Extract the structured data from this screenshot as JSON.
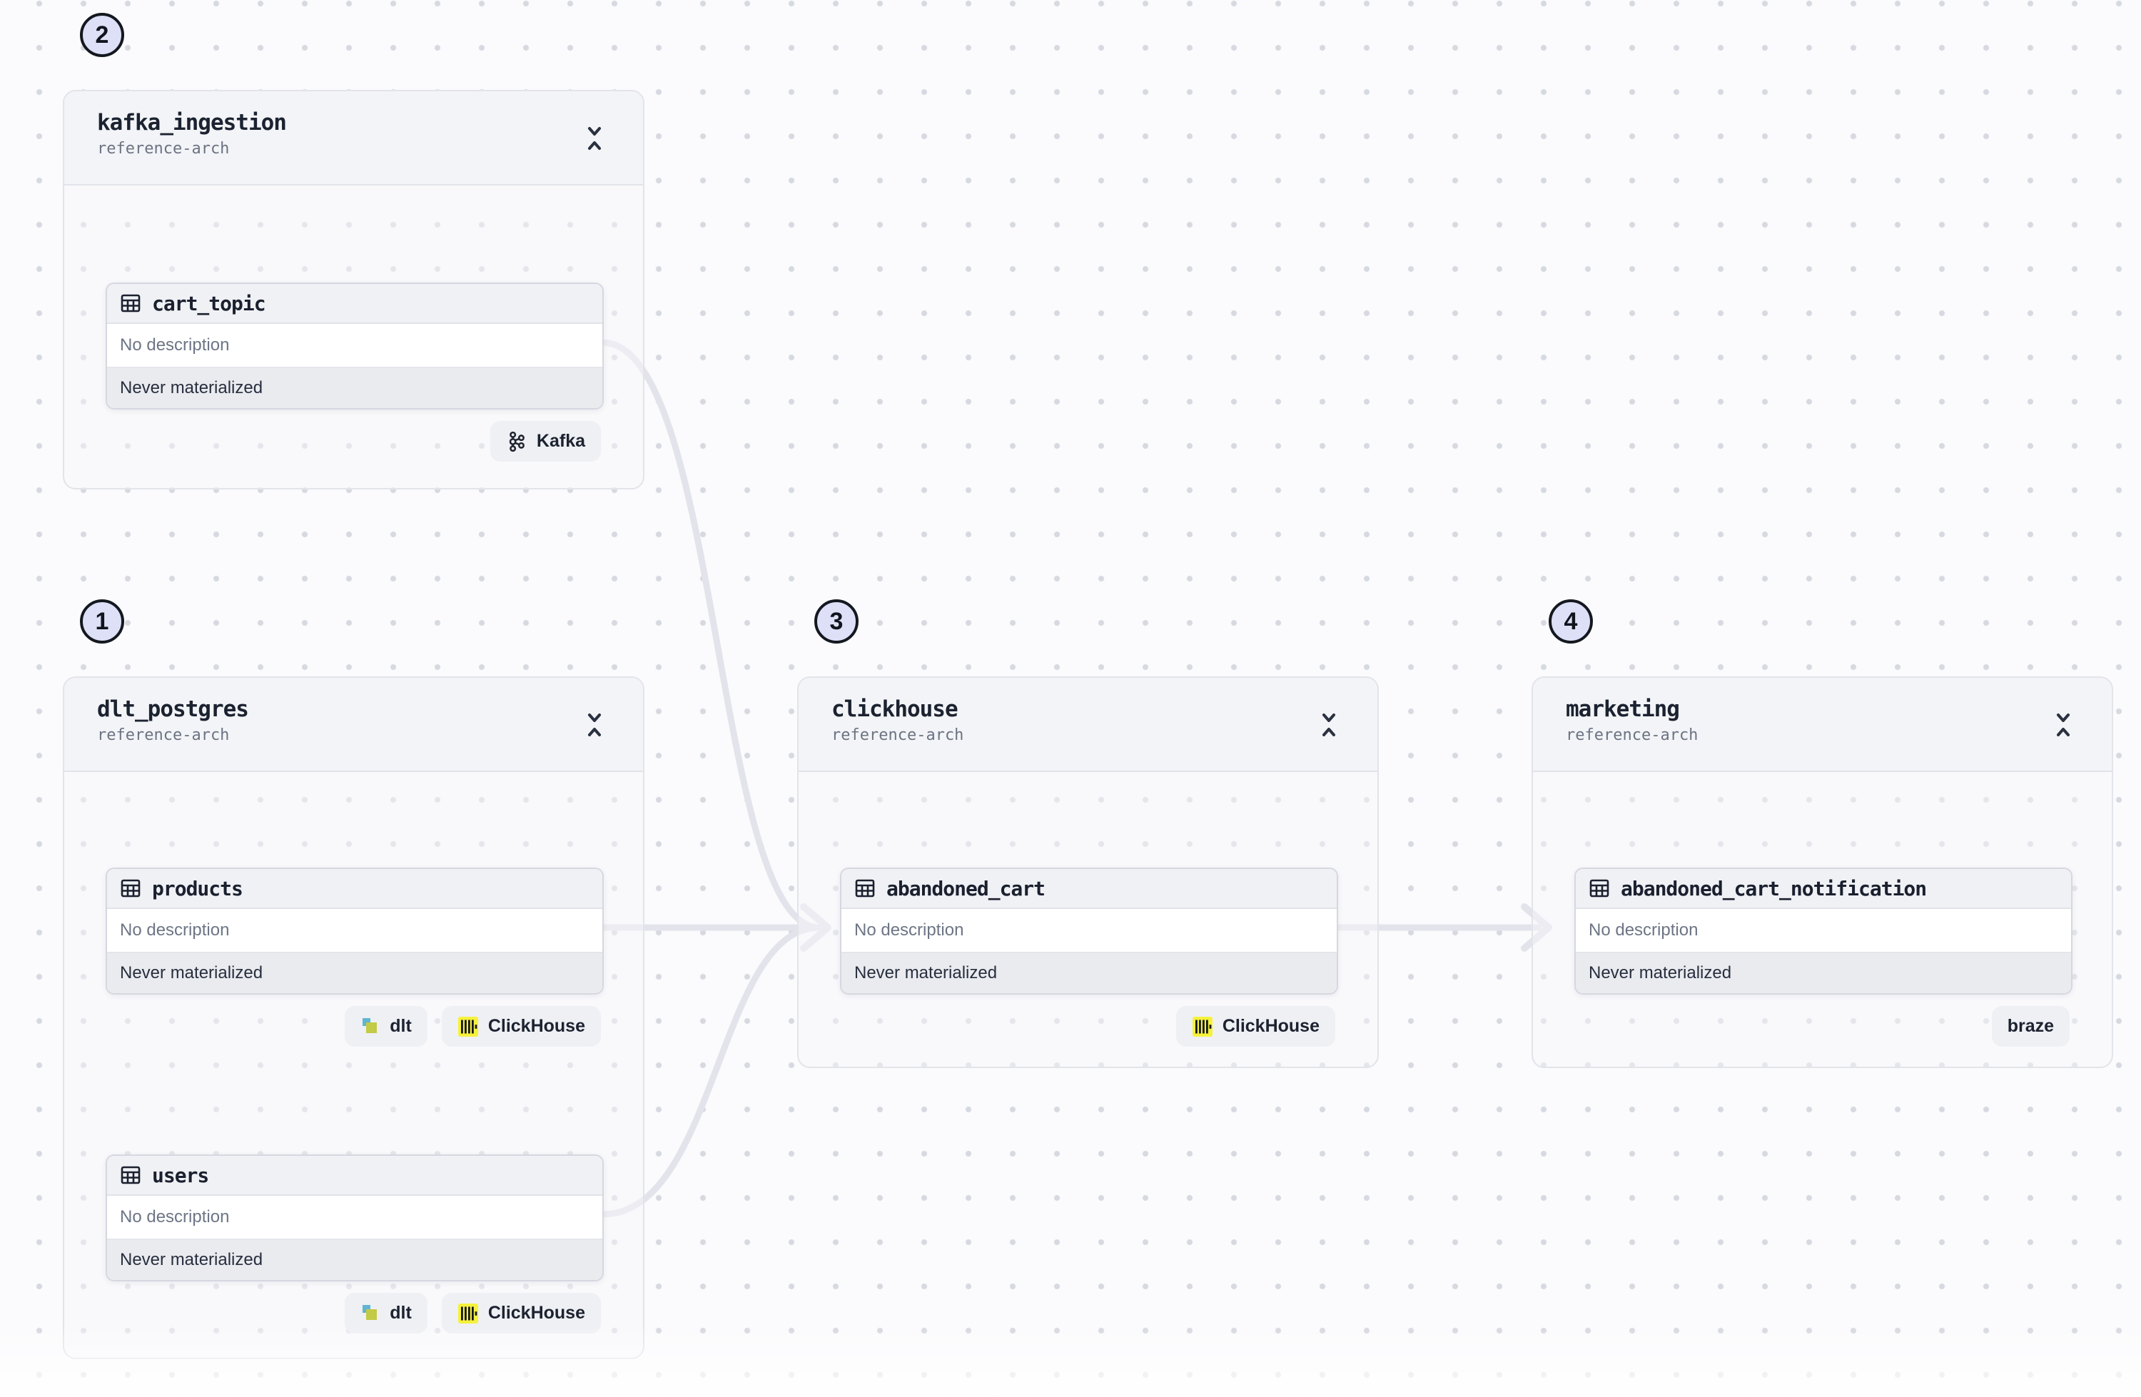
{
  "canvas": {
    "dot_color": "#d7d9e0",
    "edge_color": "#e3e4eb",
    "step_badge_bg": "#dee0f8"
  },
  "groups": [
    {
      "number": "2",
      "title": "kafka_ingestion",
      "subtitle": "reference-arch",
      "assets": [
        {
          "name": "cart_topic",
          "description": "No description",
          "status": "Never materialized",
          "kinds": [
            {
              "icon": "kafka-icon",
              "label": "Kafka"
            }
          ]
        }
      ]
    },
    {
      "number": "1",
      "title": "dlt_postgres",
      "subtitle": "reference-arch",
      "assets": [
        {
          "name": "products",
          "description": "No description",
          "status": "Never materialized",
          "kinds": [
            {
              "icon": "dlt-icon",
              "label": "dlt"
            },
            {
              "icon": "clickhouse-icon",
              "label": "ClickHouse"
            }
          ]
        },
        {
          "name": "users",
          "description": "No description",
          "status": "Never materialized",
          "kinds": [
            {
              "icon": "dlt-icon",
              "label": "dlt"
            },
            {
              "icon": "clickhouse-icon",
              "label": "ClickHouse"
            }
          ]
        }
      ]
    },
    {
      "number": "3",
      "title": "clickhouse",
      "subtitle": "reference-arch",
      "assets": [
        {
          "name": "abandoned_cart",
          "description": "No description",
          "status": "Never materialized",
          "kinds": [
            {
              "icon": "clickhouse-icon",
              "label": "ClickHouse"
            }
          ]
        }
      ]
    },
    {
      "number": "4",
      "title": "marketing",
      "subtitle": "reference-arch",
      "assets": [
        {
          "name": "abandoned_cart_notification",
          "description": "No description",
          "status": "Never materialized",
          "kinds": [
            {
              "icon": null,
              "label": "braze"
            }
          ]
        }
      ]
    }
  ],
  "edges": [
    {
      "from": "cart_topic",
      "to": "abandoned_cart"
    },
    {
      "from": "products",
      "to": "abandoned_cart"
    },
    {
      "from": "users",
      "to": "abandoned_cart"
    },
    {
      "from": "abandoned_cart",
      "to": "abandoned_cart_notification"
    }
  ]
}
